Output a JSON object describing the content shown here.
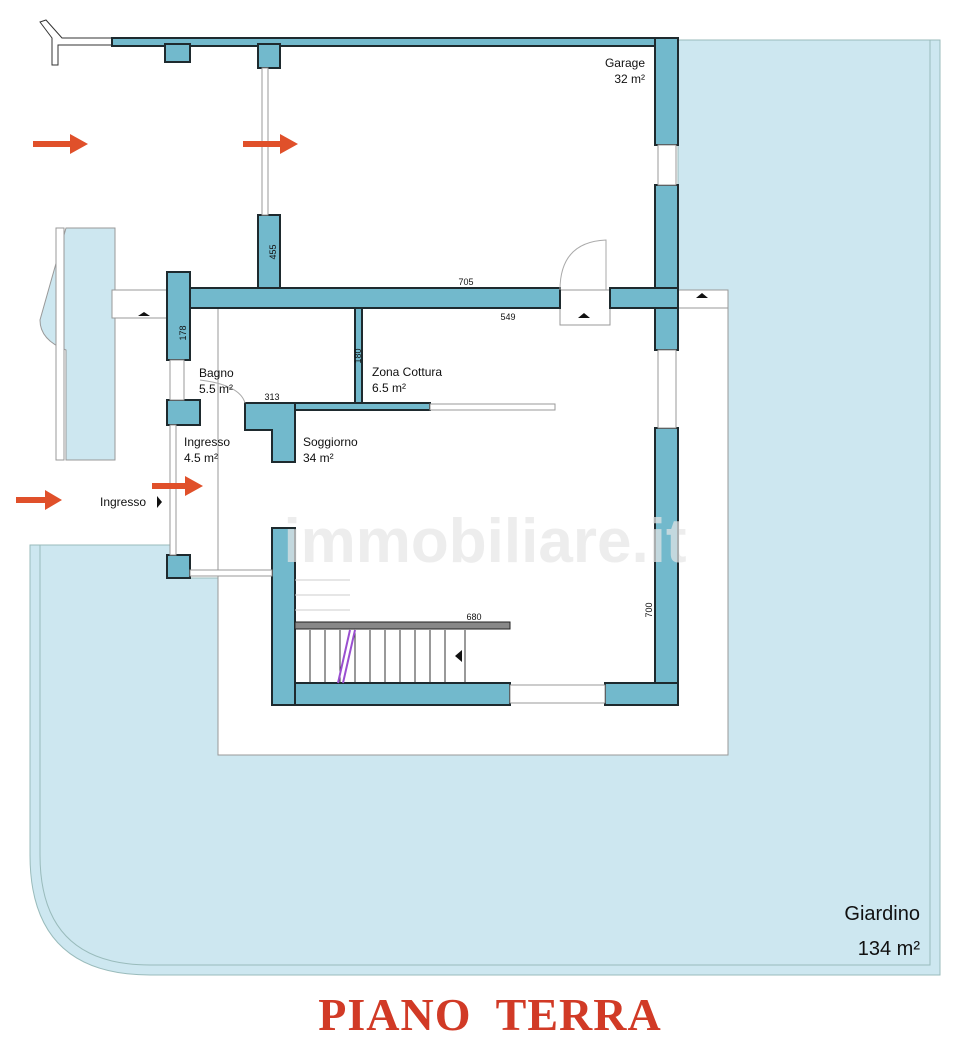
{
  "plan": {
    "title": "PIANO  TERRA",
    "watermark": "immobiliare.it",
    "colors": {
      "wall": "#72b9cc",
      "garden": "#cde7f0",
      "arrow": "#e0502a",
      "title": "#d13a26"
    },
    "rooms": [
      {
        "name": "Garage",
        "area": "32 m²"
      },
      {
        "name": "Bagno",
        "area": "5.5 m²"
      },
      {
        "name": "Zona Cottura",
        "area": "6.5 m²"
      },
      {
        "name": "Ingresso",
        "area": "4.5 m²"
      },
      {
        "name": "Soggiorno",
        "area": "34 m²"
      },
      {
        "name": "Giardino",
        "area": "134 m²"
      }
    ],
    "entrance_label": "Ingresso",
    "dimensions": [
      "705",
      "549",
      "455",
      "178",
      "180",
      "313",
      "680",
      "700"
    ]
  }
}
